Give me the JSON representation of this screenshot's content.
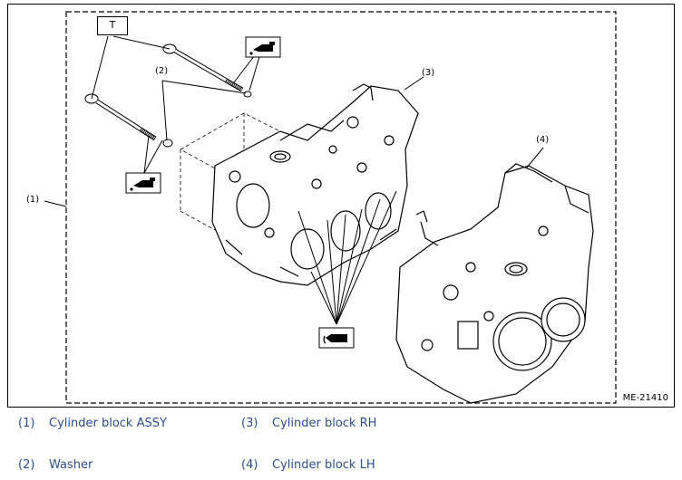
{
  "figure": {
    "id": "ME-21410",
    "tool_label": "T",
    "callouts": [
      "(1)",
      "(2)",
      "(3)",
      "(4)"
    ]
  },
  "legend": [
    {
      "num": "(1)",
      "label": "Cylinder block ASSY"
    },
    {
      "num": "(2)",
      "label": "Washer"
    },
    {
      "num": "(3)",
      "label": "Cylinder block RH"
    },
    {
      "num": "(4)",
      "label": "Cylinder block LH"
    }
  ],
  "colors": {
    "legend_text": "#2b4f8c",
    "line": "#000000"
  }
}
